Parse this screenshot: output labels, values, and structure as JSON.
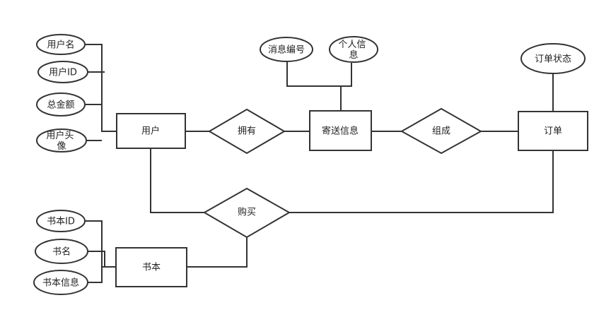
{
  "entities": {
    "user": "用户",
    "book": "书本",
    "shipping_info": "寄送信息",
    "order": "订单"
  },
  "relationships": {
    "has": "拥有",
    "composes": "组成",
    "purchase": "购买"
  },
  "attributes": {
    "username": "用户名",
    "user_id": "用户ID",
    "total_amount": "总金额",
    "avatar": [
      "用户头",
      "像"
    ],
    "message_no": "消息编号",
    "personal_info": [
      "个人信",
      "息"
    ],
    "order_status": "订单状态",
    "book_id": "书本ID",
    "book_name": "书名",
    "book_info": "书本信息"
  }
}
